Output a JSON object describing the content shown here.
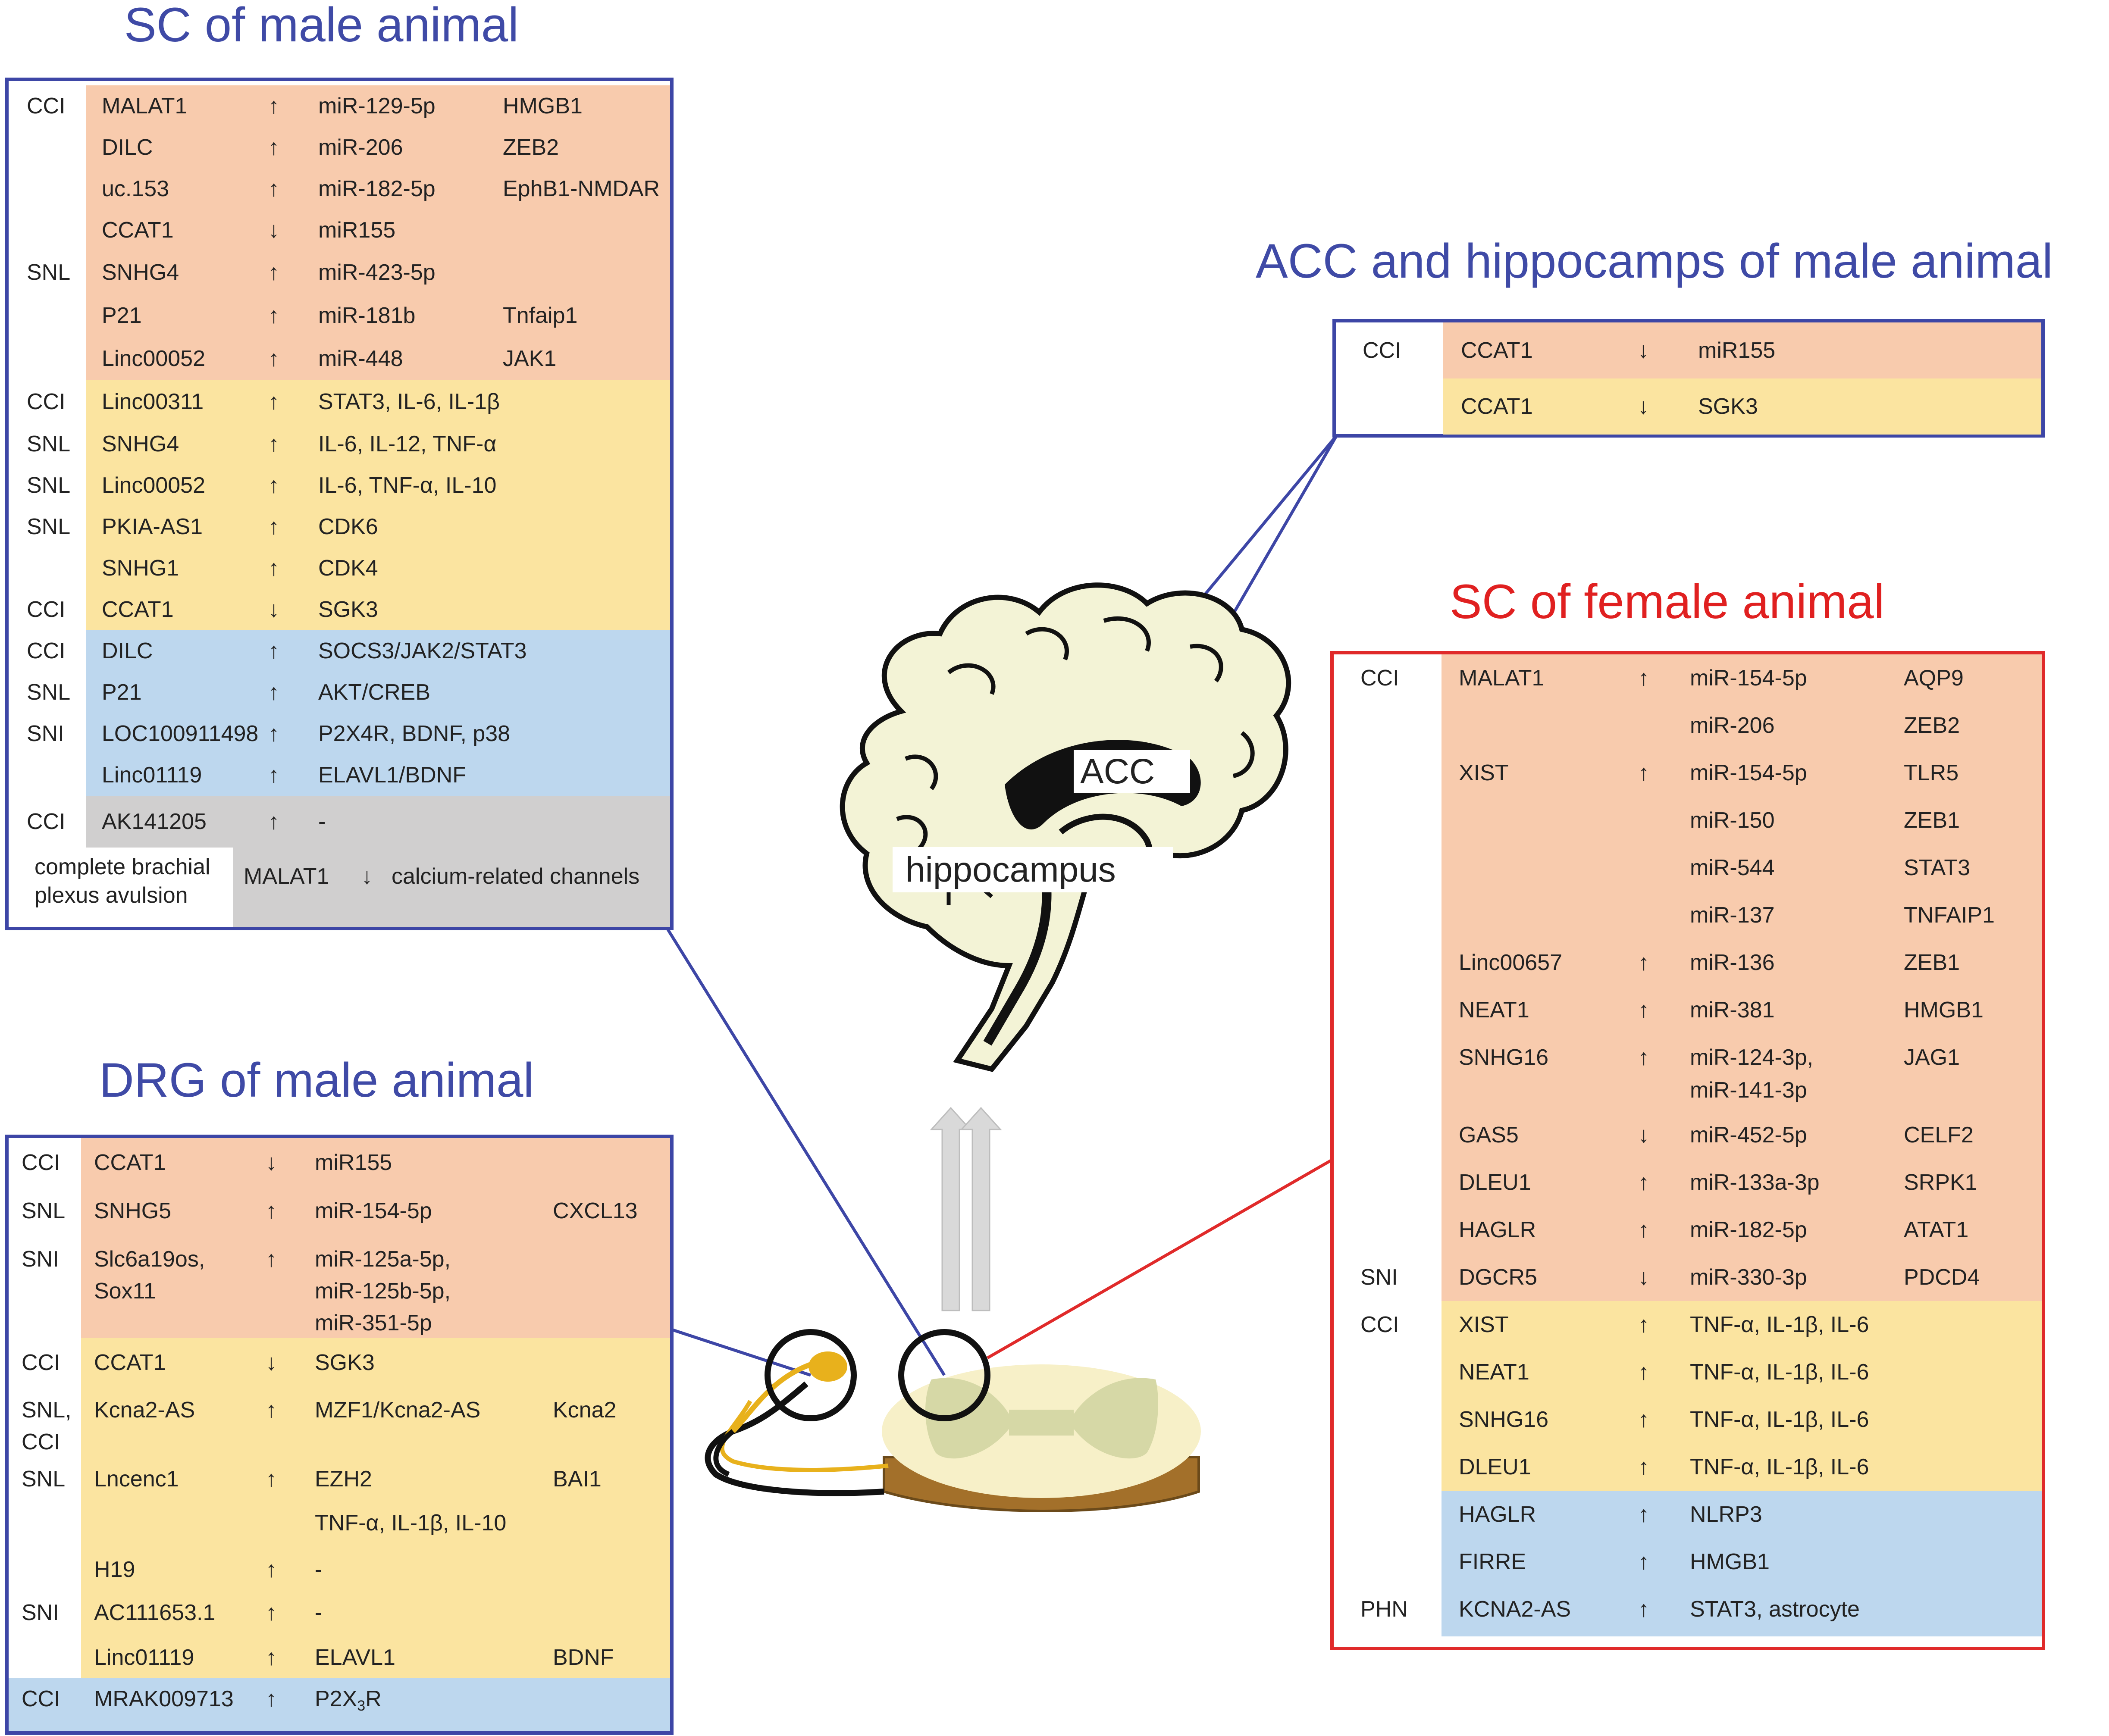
{
  "titles": {
    "sc_male": "SC of male animal",
    "acc_hippo": "ACC and hippocamps of male animal",
    "sc_female": "SC of female animal",
    "drg_male": "DRG of male animal"
  },
  "brain_labels": {
    "acc": "ACC",
    "hippocampus": "hippocampus"
  },
  "sc_male": [
    {
      "model": "CCI",
      "lnc": "MALAT1",
      "dir": "↑",
      "target": "miR-129-5p",
      "down": "HMGB1",
      "color": "orange"
    },
    {
      "model": "",
      "lnc": "DILC",
      "dir": "↑",
      "target": "miR-206",
      "down": "ZEB2",
      "color": "orange"
    },
    {
      "model": "",
      "lnc": "uc.153",
      "dir": "↑",
      "target": "miR-182-5p",
      "down": "EphB1-NMDAR",
      "color": "orange"
    },
    {
      "model": "",
      "lnc": "CCAT1",
      "dir": "↓",
      "target": "miR155",
      "down": "",
      "color": "orange"
    },
    {
      "model": "SNL",
      "lnc": "SNHG4",
      "dir": "↑",
      "target": "miR-423-5p",
      "down": "",
      "color": "orange"
    },
    {
      "model": "",
      "lnc": "P21",
      "dir": "↑",
      "target": "miR-181b",
      "down": "Tnfaip1",
      "color": "orange"
    },
    {
      "model": "",
      "lnc": "Linc00052",
      "dir": "↑",
      "target": "miR-448",
      "down": "JAK1",
      "color": "orange"
    },
    {
      "model": "CCI",
      "lnc": "Linc00311",
      "dir": "↑",
      "target": "STAT3, IL-6, IL-1β",
      "down": "",
      "color": "yellow"
    },
    {
      "model": "SNL",
      "lnc": "SNHG4",
      "dir": "↑",
      "target": "IL-6, IL-12, TNF-α",
      "down": "",
      "color": "yellow"
    },
    {
      "model": "SNL",
      "lnc": "Linc00052",
      "dir": "↑",
      "target": "IL-6, TNF-α, IL-10",
      "down": "",
      "color": "yellow"
    },
    {
      "model": "SNL",
      "lnc": "PKIA-AS1",
      "dir": "↑",
      "target": "CDK6",
      "down": "",
      "color": "yellow"
    },
    {
      "model": "",
      "lnc": "SNHG1",
      "dir": "↑",
      "target": "CDK4",
      "down": "",
      "color": "yellow"
    },
    {
      "model": "CCI",
      "lnc": "CCAT1",
      "dir": "↓",
      "target": "SGK3",
      "down": "",
      "color": "yellow"
    },
    {
      "model": "CCI",
      "lnc": "DILC",
      "dir": "↑",
      "target": "SOCS3/JAK2/STAT3",
      "down": "",
      "color": "lblue"
    },
    {
      "model": "SNL",
      "lnc": "P21",
      "dir": "↑",
      "target": "AKT/CREB",
      "down": "",
      "color": "lblue"
    },
    {
      "model": "SNI",
      "lnc": "LOC100911498",
      "dir": "↑",
      "target": "P2X4R, BDNF, p38",
      "down": "",
      "color": "lblue"
    },
    {
      "model": "",
      "lnc": "Linc01119",
      "dir": "↑",
      "target": "ELAVL1/BDNF",
      "down": "",
      "color": "lblue"
    },
    {
      "model": "CCI",
      "lnc": "AK141205",
      "dir": "↑",
      "target": "-",
      "down": "",
      "color": "grey"
    }
  ],
  "sc_male_last": {
    "model_line1": "complete brachial",
    "model_line2": "plexus avulsion",
    "lnc": "MALAT1",
    "dir": "↓",
    "target": "calcium-related channels"
  },
  "acc": [
    {
      "model": "CCI",
      "lnc": "CCAT1",
      "dir": "↓",
      "target": "miR155",
      "color": "orange"
    },
    {
      "model": "",
      "lnc": "CCAT1",
      "dir": "↓",
      "target": "SGK3",
      "color": "yellow"
    }
  ],
  "sc_female": [
    {
      "model": "CCI",
      "lnc": "MALAT1",
      "dir": "↑",
      "t1": "miR-154-5p",
      "t2": "",
      "down": "AQP9",
      "color": "orange"
    },
    {
      "model": "",
      "lnc": "",
      "dir": "",
      "t1": "miR-206",
      "t2": "",
      "down": "ZEB2",
      "color": "orange"
    },
    {
      "model": "",
      "lnc": "XIST",
      "dir": "↑",
      "t1": "miR-154-5p",
      "t2": "",
      "down": "TLR5",
      "color": "orange"
    },
    {
      "model": "",
      "lnc": "",
      "dir": "",
      "t1": "miR-150",
      "t2": "",
      "down": "ZEB1",
      "color": "orange"
    },
    {
      "model": "",
      "lnc": "",
      "dir": "",
      "t1": "miR-544",
      "t2": "",
      "down": "STAT3",
      "color": "orange"
    },
    {
      "model": "",
      "lnc": "",
      "dir": "",
      "t1": "miR-137",
      "t2": "",
      "down": "TNFAIP1",
      "color": "orange"
    },
    {
      "model": "",
      "lnc": "Linc00657",
      "dir": "↑",
      "t1": "miR-136",
      "t2": "",
      "down": "ZEB1",
      "color": "orange"
    },
    {
      "model": "",
      "lnc": "NEAT1",
      "dir": "↑",
      "t1": "miR-381",
      "t2": "",
      "down": "HMGB1",
      "color": "orange"
    },
    {
      "model": "",
      "lnc": "SNHG16",
      "dir": "↑",
      "t1": "miR-124-3p,",
      "t2": "miR-141-3p",
      "down": "JAG1",
      "color": "orange"
    },
    {
      "model": "",
      "lnc": "GAS5",
      "dir": "↓",
      "t1": "miR-452-5p",
      "t2": "",
      "down": "CELF2",
      "color": "orange"
    },
    {
      "model": "",
      "lnc": "DLEU1",
      "dir": "↑",
      "t1": "miR-133a-3p",
      "t2": "",
      "down": "SRPK1",
      "color": "orange"
    },
    {
      "model": "",
      "lnc": "HAGLR",
      "dir": "↑",
      "t1": "miR-182-5p",
      "t2": "",
      "down": "ATAT1",
      "color": "orange"
    },
    {
      "model": "SNI",
      "lnc": "DGCR5",
      "dir": "↓",
      "t1": "miR-330-3p",
      "t2": "",
      "down": "PDCD4",
      "color": "orange"
    },
    {
      "model": "CCI",
      "lnc": "XIST",
      "dir": "↑",
      "t1": "TNF-α, IL-1β, IL-6",
      "t2": "",
      "down": "",
      "color": "yellow"
    },
    {
      "model": "",
      "lnc": "NEAT1",
      "dir": "↑",
      "t1": "TNF-α, IL-1β, IL-6",
      "t2": "",
      "down": "",
      "color": "yellow"
    },
    {
      "model": "",
      "lnc": "SNHG16",
      "dir": "↑",
      "t1": "TNF-α, IL-1β, IL-6",
      "t2": "",
      "down": "",
      "color": "yellow"
    },
    {
      "model": "",
      "lnc": "DLEU1",
      "dir": "↑",
      "t1": "TNF-α, IL-1β, IL-6",
      "t2": "",
      "down": "",
      "color": "yellow"
    },
    {
      "model": "",
      "lnc": "HAGLR",
      "dir": "↑",
      "t1": "NLRP3",
      "t2": "",
      "down": "",
      "color": "lblue"
    },
    {
      "model": "",
      "lnc": "FIRRE",
      "dir": "↑",
      "t1": "HMGB1",
      "t2": "",
      "down": "",
      "color": "lblue"
    },
    {
      "model": "PHN",
      "lnc": "KCNA2-AS",
      "dir": "↑",
      "t1": "STAT3, astrocyte",
      "t2": "",
      "down": "",
      "color": "lblue"
    }
  ],
  "drg": [
    {
      "model1": "CCI",
      "model2": "",
      "lnc1": "CCAT1",
      "lnc2": "",
      "dir": "↓",
      "t1": "miR155",
      "t2": "",
      "t3": "",
      "down": "",
      "color": "orange"
    },
    {
      "model1": "SNL",
      "model2": "",
      "lnc1": "SNHG5",
      "lnc2": "",
      "dir": "↑",
      "t1": "miR-154-5p",
      "t2": "",
      "t3": "",
      "down": "CXCL13",
      "color": "orange"
    },
    {
      "model1": "SNI",
      "model2": "",
      "lnc1": "Slc6a19os,",
      "lnc2": "Sox11",
      "dir": "↑",
      "t1": "miR-125a-5p,",
      "t2": "miR-125b-5p,",
      "t3": "miR-351-5p",
      "down": "",
      "color": "orange"
    },
    {
      "model1": "CCI",
      "model2": "",
      "lnc1": "CCAT1",
      "lnc2": "",
      "dir": "↓",
      "t1": "SGK3",
      "t2": "",
      "t3": "",
      "down": "",
      "color": "yellow"
    },
    {
      "model1": "SNL,",
      "model2": "CCI",
      "lnc1": "Kcna2-AS",
      "lnc2": "",
      "dir": "↑",
      "t1": "MZF1/Kcna2-AS",
      "t2": "",
      "t3": "",
      "down": "Kcna2",
      "color": "yellow"
    },
    {
      "model1": "SNL",
      "model2": "",
      "lnc1": "Lncenc1",
      "lnc2": "",
      "dir": "↑",
      "t1": "EZH2",
      "t2": "",
      "t3": "",
      "down": "BAI1",
      "color": "yellow"
    },
    {
      "model1": "",
      "model2": "",
      "lnc1": "",
      "lnc2": "",
      "dir": "",
      "t1": "TNF-α, IL-1β, IL-10",
      "t2": "",
      "t3": "",
      "down": "",
      "color": "yellow"
    },
    {
      "model1": "",
      "model2": "",
      "lnc1": "H19",
      "lnc2": "",
      "dir": "↑",
      "t1": "-",
      "t2": "",
      "t3": "",
      "down": "",
      "color": "yellow"
    },
    {
      "model1": "SNI",
      "model2": "",
      "lnc1": "AC111653.1",
      "lnc2": "",
      "dir": "↑",
      "t1": "-",
      "t2": "",
      "t3": "",
      "down": "",
      "color": "yellow"
    },
    {
      "model1": "",
      "model2": "",
      "lnc1": "Linc01119",
      "lnc2": "",
      "dir": "↑",
      "t1": "ELAVL1",
      "t2": "",
      "t3": "",
      "down": "BDNF",
      "color": "yellow"
    }
  ],
  "drg_last": {
    "model": "CCI",
    "lnc": "MRAK009713",
    "dir": "↑",
    "target_main": "P2X",
    "target_sub": "3",
    "target_end": "R"
  }
}
